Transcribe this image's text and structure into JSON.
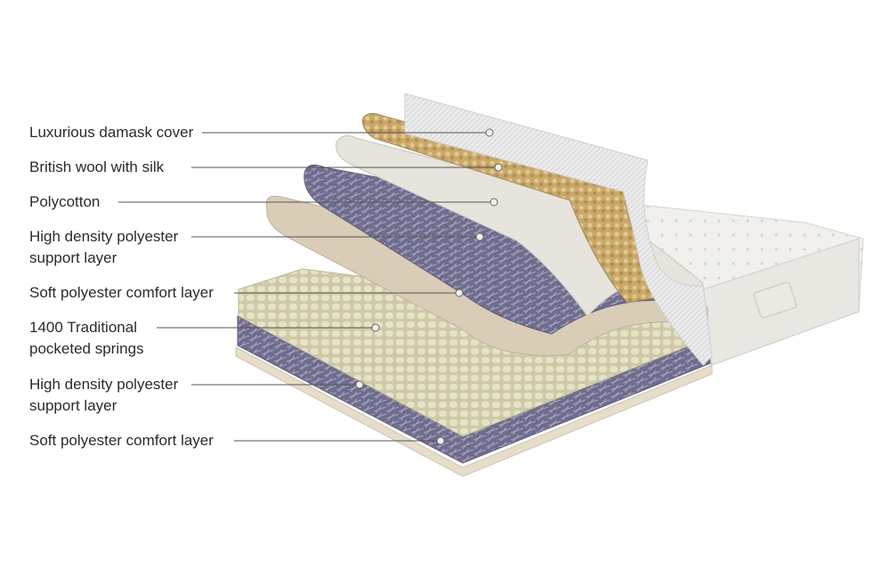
{
  "labels": [
    {
      "lines": [
        "Luxurious damask cover"
      ]
    },
    {
      "lines": [
        "British wool with silk"
      ]
    },
    {
      "lines": [
        "Polycotton"
      ]
    },
    {
      "lines": [
        "High density polyester",
        "support layer"
      ]
    },
    {
      "lines": [
        "Soft polyester comfort layer"
      ]
    },
    {
      "lines": [
        "1400 Traditional",
        "pocketed springs"
      ]
    },
    {
      "lines": [
        "High density polyester",
        "support layer"
      ]
    },
    {
      "lines": [
        "Soft polyester comfort layer"
      ]
    }
  ],
  "colors": {
    "leader_line": "#555555",
    "dot_fill": "#f3f0ea",
    "felt_tan": "#d9cdb8",
    "fibre_blue": "#6f6d8e",
    "wool_gold": "#c9a86a",
    "polycotton": "#e6e4dc",
    "cover": "#ececec",
    "spring_cream": "#d8d4b8",
    "mattress_white": "#f1f0ec"
  }
}
